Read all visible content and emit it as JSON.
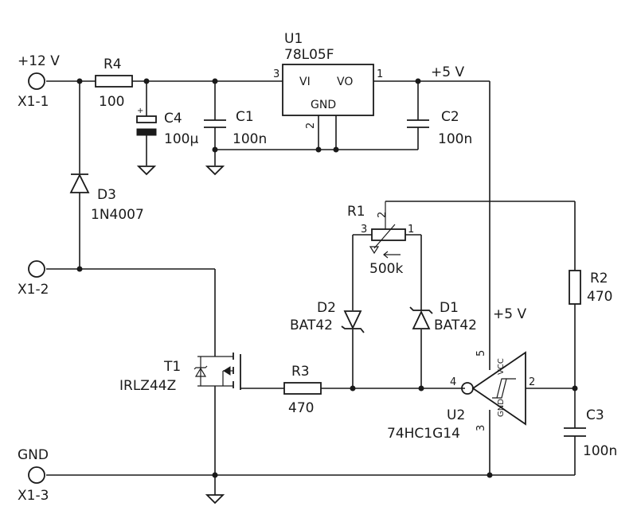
{
  "connectors": {
    "x1_1": {
      "name": "X1-1",
      "net": "+12 V"
    },
    "x1_2": {
      "name": "X1-2"
    },
    "x1_3": {
      "name": "X1-3",
      "net": "GND"
    }
  },
  "components": {
    "r4": {
      "ref": "R4",
      "value": "100"
    },
    "c4": {
      "ref": "C4",
      "value": "100µ",
      "polarity": "+"
    },
    "c1": {
      "ref": "C1",
      "value": "100n"
    },
    "u1": {
      "ref": "U1",
      "part": "78L05F",
      "vi": "VI",
      "vo": "VO",
      "gnd": "GND",
      "pin_in": "3",
      "pin_out": "1",
      "pin_gnd": "2"
    },
    "c2": {
      "ref": "C2",
      "value": "100n"
    },
    "d3": {
      "ref": "D3",
      "part": "1N4007"
    },
    "r1": {
      "ref": "R1",
      "value": "500k",
      "pin_a": "3",
      "pin_b": "1",
      "pin_w": "2"
    },
    "d2": {
      "ref": "D2",
      "part": "BAT42"
    },
    "d1": {
      "ref": "D1",
      "part": "BAT42"
    },
    "t1": {
      "ref": "T1",
      "part": "IRLZ44Z"
    },
    "r3": {
      "ref": "R3",
      "value": "470"
    },
    "u2": {
      "ref": "U2",
      "part": "74HC1G14",
      "vcc": "VCC",
      "gnd": "GND",
      "pin_vcc": "5",
      "pin_in": "4",
      "pin_out": "2",
      "pin_gnd": "3"
    },
    "r2": {
      "ref": "R2",
      "value": "470"
    },
    "c3": {
      "ref": "C3",
      "value": "100n"
    }
  },
  "nets": {
    "plus5_top": "+5 V",
    "plus5_u2": "+5 V"
  }
}
